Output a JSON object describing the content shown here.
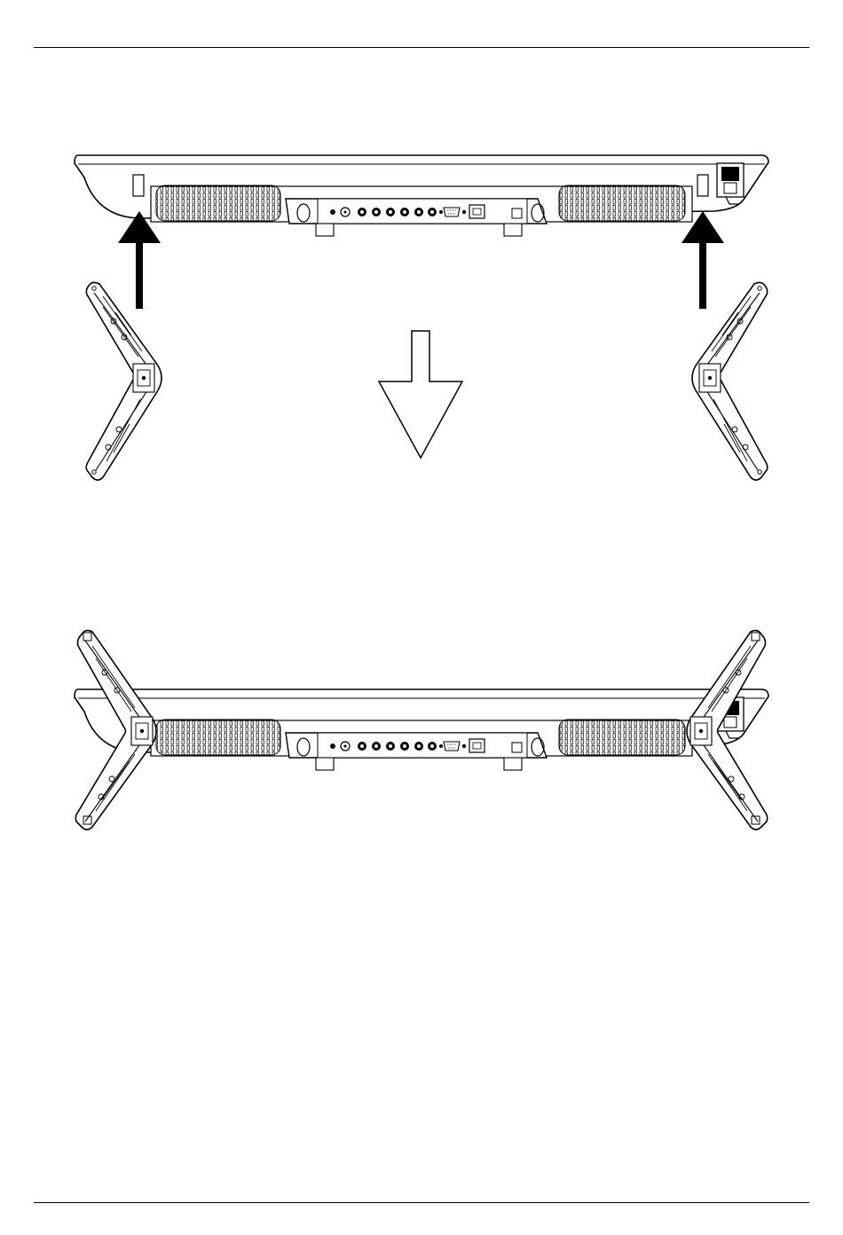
{
  "page": {
    "type": "manual-illustration-page"
  },
  "figure": {
    "step_one": "tv-underside-with-feet-detached",
    "step_two": "tv-underside-with-feet-attached",
    "icons": [
      "insert-arrow-icon",
      "insert-arrow-icon",
      "next-step-arrow-icon"
    ]
  }
}
